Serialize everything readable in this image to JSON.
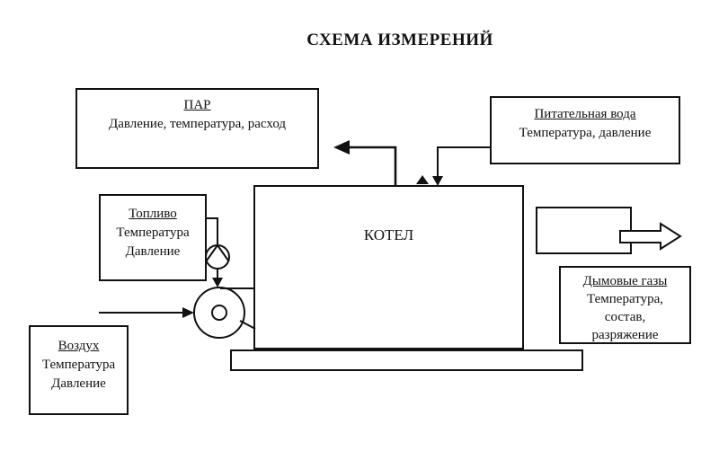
{
  "title": "СХЕМА ИЗМЕРЕНИЙ",
  "boiler": {
    "label": "КОТЕЛ"
  },
  "boxes": {
    "steam": {
      "title": "ПАР",
      "lines": [
        "Давление, температура, расход"
      ]
    },
    "feedwater": {
      "title": "Питательная вода",
      "lines": [
        "Температура, давление"
      ]
    },
    "fuel": {
      "title": "Топливо",
      "lines": [
        "Температура",
        "Давление"
      ]
    },
    "air": {
      "title": "Воздух",
      "lines": [
        "Температура",
        "Давление"
      ]
    },
    "flue": {
      "title": "Дымовые газы",
      "lines": [
        "Температура,",
        "состав,",
        "разряжение"
      ]
    }
  },
  "colors": {
    "ink": "#000000",
    "paper": "#ffffff"
  }
}
